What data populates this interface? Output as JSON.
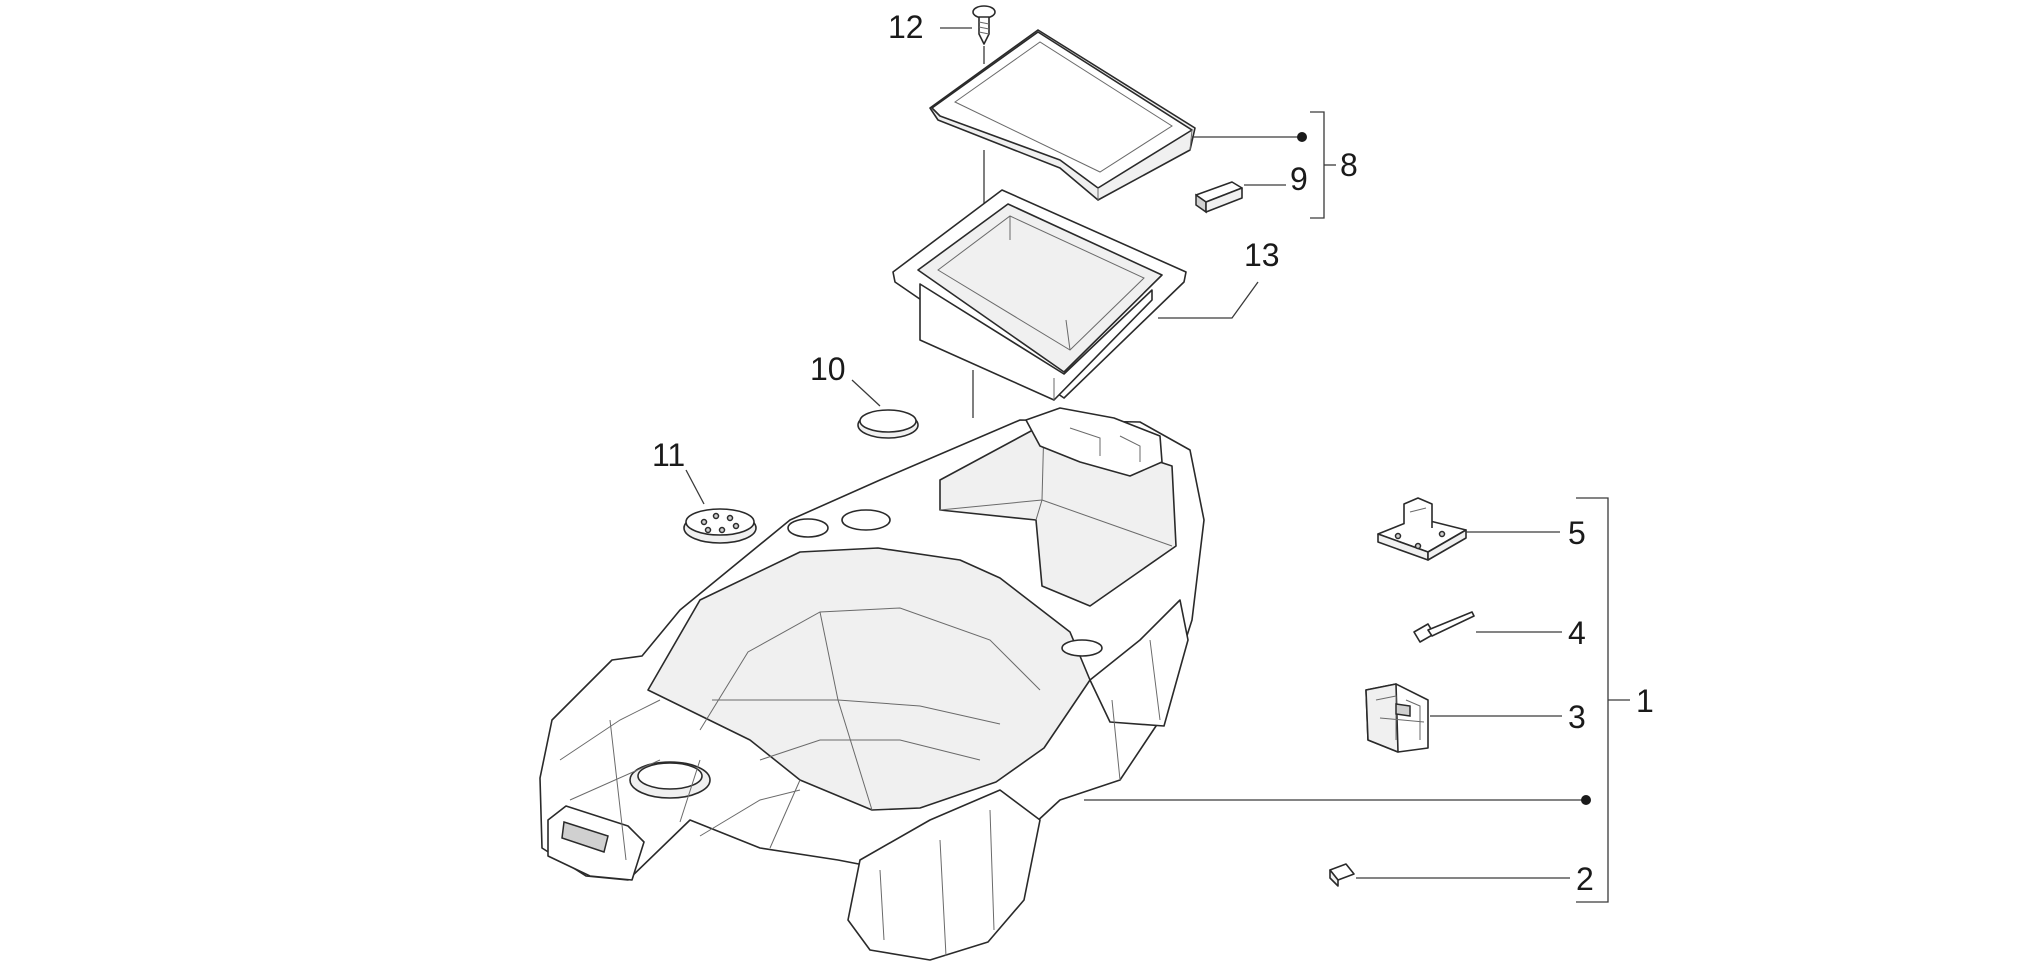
{
  "diagram": {
    "callouts": [
      {
        "id": "1",
        "label": "1"
      },
      {
        "id": "2",
        "label": "2"
      },
      {
        "id": "3",
        "label": "3"
      },
      {
        "id": "4",
        "label": "4"
      },
      {
        "id": "5",
        "label": "5"
      },
      {
        "id": "8",
        "label": "8"
      },
      {
        "id": "9",
        "label": "9"
      },
      {
        "id": "10",
        "label": "10"
      },
      {
        "id": "11",
        "label": "11"
      },
      {
        "id": "12",
        "label": "12"
      },
      {
        "id": "13",
        "label": "13"
      }
    ]
  }
}
